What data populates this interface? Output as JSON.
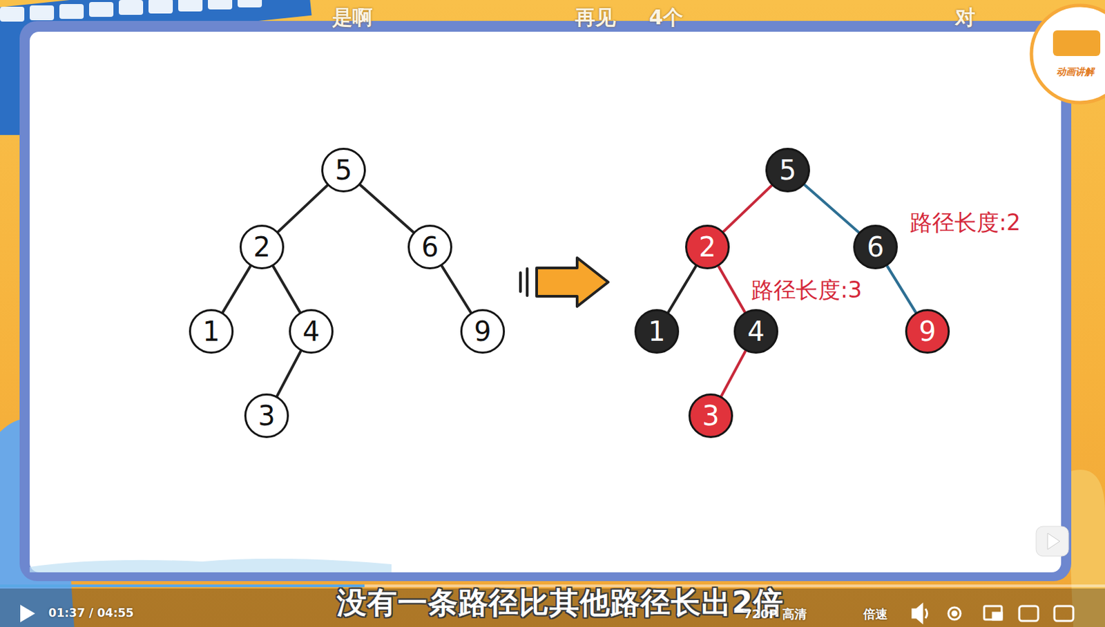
{
  "diagram": {
    "nodes": [
      {
        "text": [
          "5"
        ]
      },
      {
        "text": [
          "2"
        ]
      },
      {
        "text": [
          "6"
        ]
      },
      {
        "text": [
          "1"
        ]
      },
      {
        "text": [
          "4"
        ]
      },
      {
        "text": [
          "9"
        ]
      },
      {
        "text": [
          "3"
        ]
      },
      {
        "text": [
          "5"
        ]
      },
      {
        "text": [
          "2"
        ]
      },
      {
        "text": [
          "6"
        ]
      },
      {
        "text": [
          "1"
        ]
      },
      {
        "text": [
          "4"
        ]
      },
      {
        "text": [
          "9"
        ]
      },
      {
        "text": [
          "3"
        ]
      }
    ],
    "edges": [
      {
        "from": 0,
        "to": 1,
        "arrow": "none"
      },
      {
        "from": 0,
        "to": 2,
        "arrow": "none"
      },
      {
        "from": 1,
        "to": 3,
        "arrow": "none"
      },
      {
        "from": 1,
        "to": 4,
        "arrow": "none"
      },
      {
        "from": 4,
        "to": 6,
        "arrow": "none"
      },
      {
        "from": 2,
        "to": 5,
        "arrow": "none"
      },
      {
        "from": 7,
        "to": 8,
        "arrow": "none"
      },
      {
        "from": 7,
        "to": 9,
        "arrow": "none"
      },
      {
        "from": 8,
        "to": 10,
        "arrow": "none"
      },
      {
        "from": 8,
        "to": 11,
        "arrow": "none"
      },
      {
        "from": 11,
        "to": 13,
        "arrow": "none"
      },
      {
        "from": 9,
        "to": 12,
        "arrow": "none"
      }
    ],
    "labels": [
      "是啊",
      "再见",
      "4个",
      "对",
      "动画讲解",
      "路径长度:2",
      "路径长度:3",
      "没有一条路径比其他路径长出2倍",
      "01:37 / 04:55",
      "720P 高清",
      "倍速"
    ]
  }
}
